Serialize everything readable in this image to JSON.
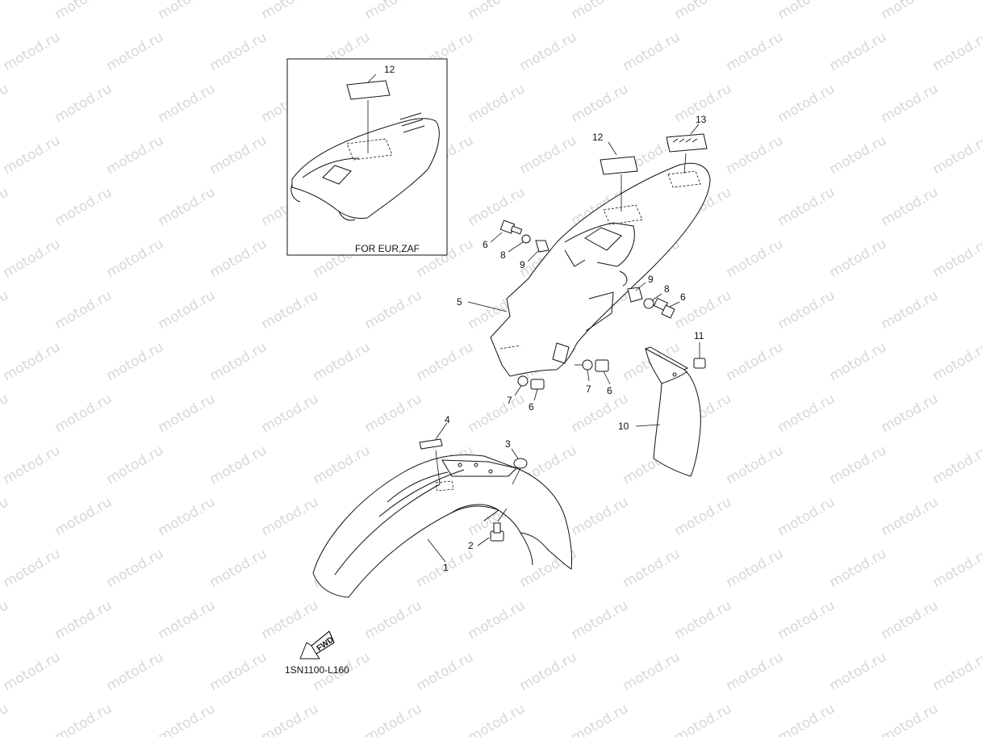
{
  "watermark": "motod.ru",
  "inset_label": "FOR EUR,ZAF",
  "diagram_code": "1SN1100-L160",
  "fwd_label": "FWD",
  "callouts": {
    "inset_12": "12",
    "c12": "12",
    "c13": "13",
    "c6a": "6",
    "c8a": "8",
    "c9a": "9",
    "c9b": "9",
    "c8b": "8",
    "c6b": "6",
    "c5": "5",
    "c11": "11",
    "c7a": "7",
    "c6c": "6",
    "c7b": "7",
    "c6d": "6",
    "c10": "10",
    "c4": "4",
    "c3": "3",
    "c2": "2",
    "c1": "1"
  }
}
